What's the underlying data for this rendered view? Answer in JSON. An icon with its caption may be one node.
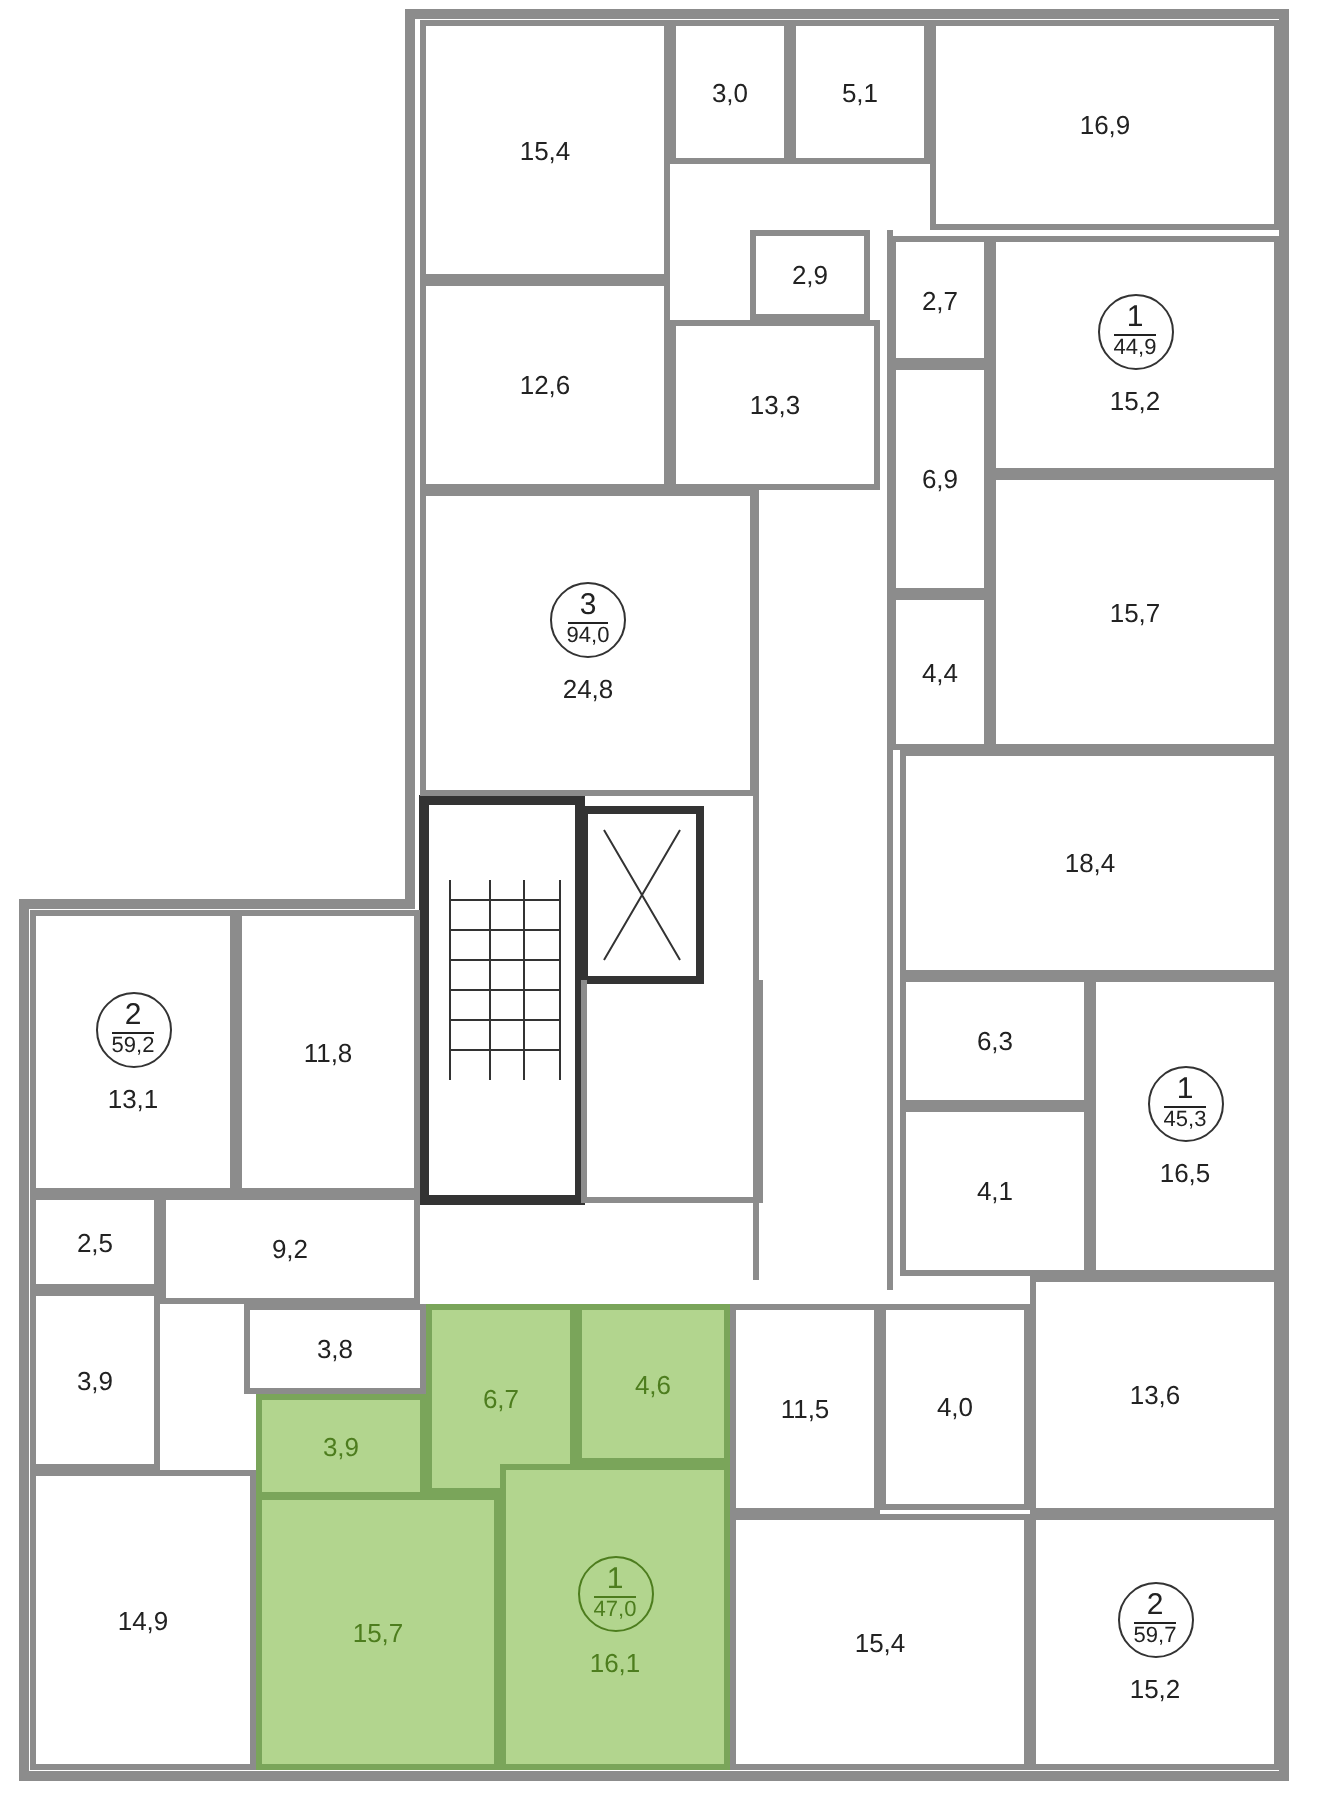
{
  "diagram": {
    "nodes": [
      {
        "text": [
          "15,4"
        ]
      },
      {
        "text": [
          "3,0"
        ]
      },
      {
        "text": [
          "5,1"
        ]
      },
      {
        "text": [
          "16,9"
        ]
      },
      {
        "text": [
          "12,6"
        ]
      },
      {
        "text": [
          "13,3"
        ]
      },
      {
        "text": [
          "2,9"
        ]
      },
      {
        "text": [
          "2,7"
        ]
      },
      {
        "text": [
          "15,2"
        ]
      },
      {
        "text": [
          "1",
          "44,9"
        ],
        "in": 8
      },
      {
        "text": [
          "6,9"
        ]
      },
      {
        "text": [
          "15,7"
        ]
      },
      {
        "text": [
          "4,4"
        ]
      },
      {
        "text": [
          "24,8"
        ]
      },
      {
        "text": [
          "3",
          "94,0"
        ],
        "in": 13
      },
      {
        "text": [
          "18,4"
        ]
      },
      {
        "text": [
          "6,3"
        ]
      },
      {
        "text": [
          "16,5"
        ]
      },
      {
        "text": [
          "1",
          "45,3"
        ],
        "in": 17
      },
      {
        "text": [
          "4,1"
        ]
      },
      {
        "text": [
          "13,1"
        ]
      },
      {
        "text": [
          "2",
          "59,2"
        ],
        "in": 20
      },
      {
        "text": [
          "11,8"
        ]
      },
      {
        "text": [
          "2,5"
        ]
      },
      {
        "text": [
          "9,2"
        ]
      },
      {
        "text": [
          "3,9"
        ]
      },
      {
        "text": [
          "3,8"
        ]
      },
      {
        "text": [
          "14,9"
        ]
      },
      {
        "text": [
          "3,9"
        ]
      },
      {
        "text": [
          "6,7"
        ]
      },
      {
        "text": [
          "4,6"
        ]
      },
      {
        "text": [
          "15,7"
        ]
      },
      {
        "text": [
          "16,1"
        ]
      },
      {
        "text": [
          "1",
          "47,0"
        ],
        "in": 32
      },
      {
        "text": [
          "11,5"
        ]
      },
      {
        "text": [
          "4,0"
        ]
      },
      {
        "text": [
          "13,6"
        ]
      },
      {
        "text": [
          "15,4"
        ]
      },
      {
        "text": [
          "15,2"
        ]
      },
      {
        "text": [
          "2",
          "59,7"
        ],
        "in": 38
      }
    ]
  }
}
